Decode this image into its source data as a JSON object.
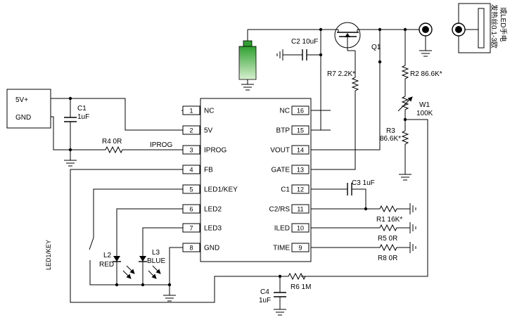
{
  "power": {
    "header": "5V+",
    "gnd": "GND"
  },
  "ic": {
    "left_pins": [
      {
        "num": "1",
        "name": "NC"
      },
      {
        "num": "2",
        "name": "5V"
      },
      {
        "num": "3",
        "name": "IPROG"
      },
      {
        "num": "4",
        "name": "FB"
      },
      {
        "num": "5",
        "name": "LED1/KEY"
      },
      {
        "num": "6",
        "name": "LED2"
      },
      {
        "num": "7",
        "name": "LED3"
      },
      {
        "num": "8",
        "name": "GND"
      }
    ],
    "right_pins": [
      {
        "num": "16",
        "name": "NC"
      },
      {
        "num": "15",
        "name": "BTP"
      },
      {
        "num": "14",
        "name": "VOUT"
      },
      {
        "num": "13",
        "name": "GATE"
      },
      {
        "num": "12",
        "name": "C1"
      },
      {
        "num": "11",
        "name": "C2/RS"
      },
      {
        "num": "10",
        "name": "ILED"
      },
      {
        "num": "9",
        "name": "TIME"
      }
    ]
  },
  "components": {
    "c1_name": "C1",
    "c1_value": "1uF",
    "r4": "R4  0R",
    "iprog_net": "IPROG",
    "c2": "C2 10uF",
    "r7": "R7 2.2K*",
    "q1": "Q1",
    "r2": "R2 86.6K*",
    "w1_name": "W1",
    "w1_value": "100K",
    "r3_name": "R3",
    "r3_value": "86.6K*",
    "c3": "C3 1uF",
    "r1": "R1 16K*",
    "r5": "R5  0R",
    "r8": "R8  0R",
    "l2_name": "L2",
    "l2_color": "RED",
    "l3_name": "L3",
    "l3_color": "BLUE",
    "key": "LED1/KEY",
    "r6": "R6  1M",
    "c4_name": "C4",
    "c4_value": "1uF"
  },
  "heater": {
    "line1": "发热丝0.1-3欧",
    "line2": "或LED手电"
  },
  "colors": {
    "battery_top": "#2fa02f",
    "battery_bottom": "#d8f0d0",
    "wire": "#000000"
  }
}
